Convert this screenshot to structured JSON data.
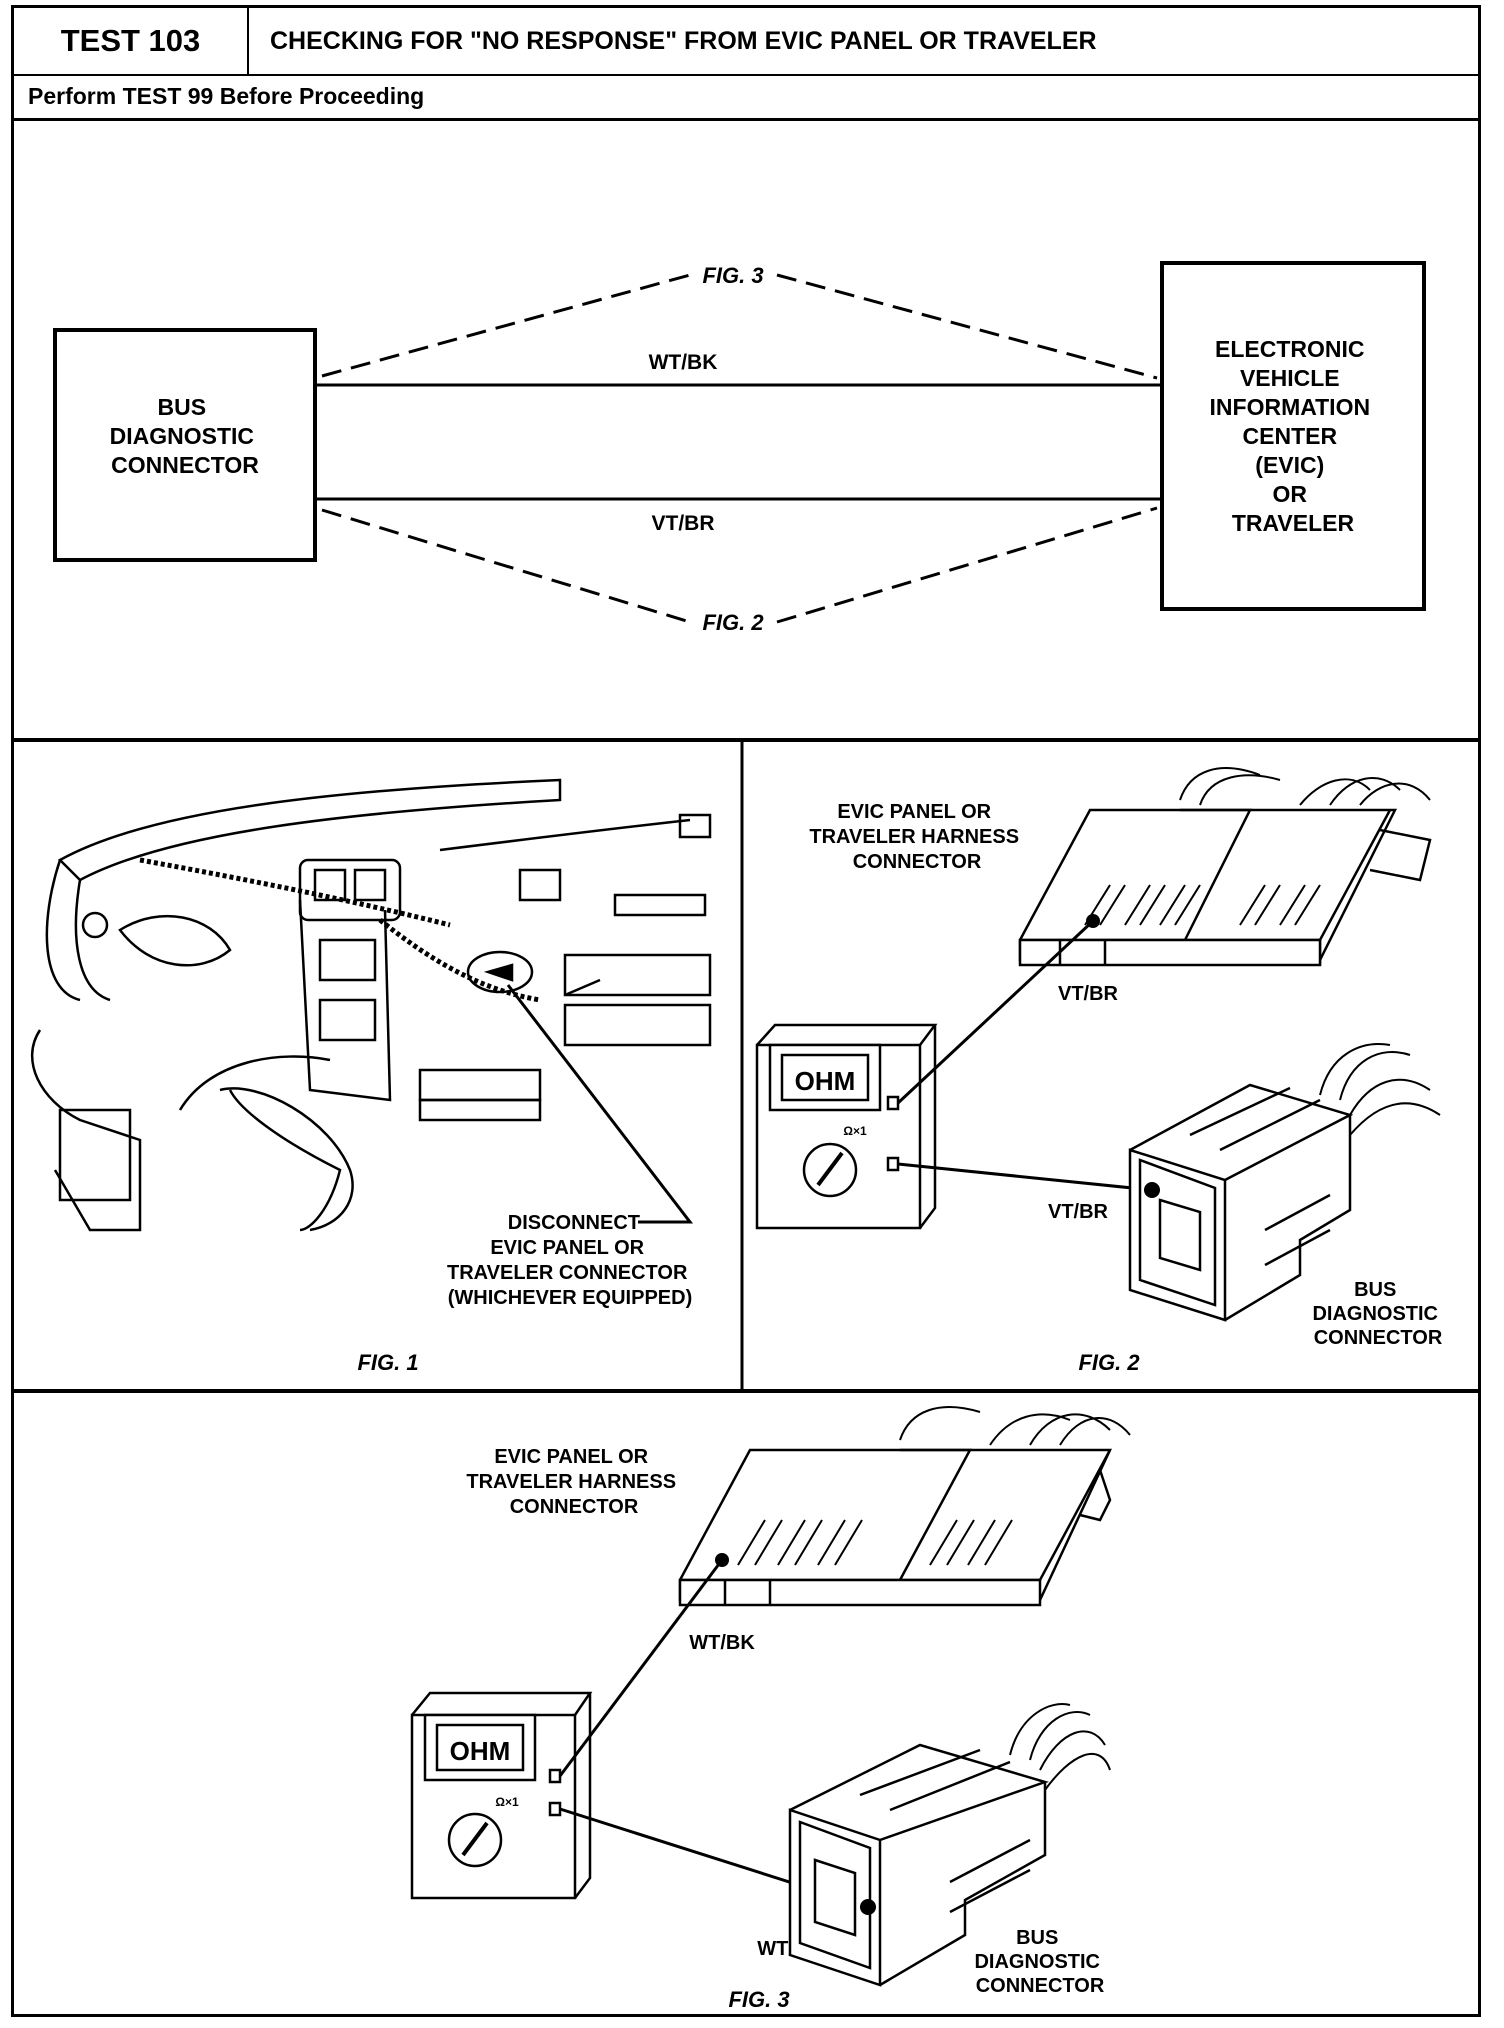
{
  "header": {
    "test_number": "TEST 103",
    "title": "CHECKING FOR \"NO RESPONSE\" FROM EVIC PANEL OR TRAVELER",
    "prerequisite": "Perform TEST 99 Before Proceeding"
  },
  "overview": {
    "left_box": [
      "BUS",
      "DIAGNOSTIC",
      "CONNECTOR"
    ],
    "right_box": [
      "ELECTRONIC",
      "VEHICLE",
      "INFORMATION",
      "CENTER",
      "(EVIC)",
      "OR",
      "TRAVELER"
    ],
    "wire_top": "WT/BK",
    "wire_bottom": "VT/BR",
    "dashed_top_label": "FIG. 3",
    "dashed_bottom_label": "FIG. 2"
  },
  "fig1": {
    "callout": [
      "DISCONNECT",
      "EVIC PANEL OR",
      "TRAVELER CONNECTOR",
      "(WHICHEVER EQUIPPED)"
    ],
    "caption": "FIG. 1"
  },
  "fig2": {
    "harness_label": [
      "EVIC PANEL OR",
      "TRAVELER HARNESS",
      "CONNECTOR"
    ],
    "wire_label_top": "VT/BR",
    "wire_label_bottom": "VT/BR",
    "meter_display": "OHM",
    "meter_range": "Ω×1",
    "bus_label": [
      "BUS",
      "DIAGNOSTIC",
      "CONNECTOR"
    ],
    "caption": "FIG. 2"
  },
  "fig3": {
    "harness_label": [
      "EVIC PANEL OR",
      "TRAVELER HARNESS",
      "CONNECTOR"
    ],
    "wire_label_top": "WT/BK",
    "wire_label_bottom": "WT/BK",
    "meter_display": "OHM",
    "meter_range": "Ω×1",
    "bus_label": [
      "BUS",
      "DIAGNOSTIC",
      "CONNECTOR"
    ],
    "caption": "FIG. 3"
  }
}
